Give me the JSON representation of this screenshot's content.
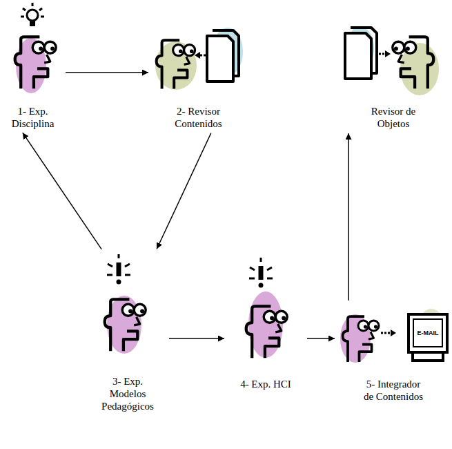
{
  "diagram": {
    "nodes": [
      {
        "text": [
          "1- Exp. Disciplina"
        ]
      },
      {
        "text": [
          "2- Revisor Contenidos"
        ]
      },
      {
        "text": [
          "Revisor de Objetos"
        ]
      },
      {
        "text": [
          "3- Exp. Modelos Pedagógicos"
        ]
      },
      {
        "text": [
          "4- Exp. HCI"
        ]
      },
      {
        "text": [
          "5- Integrador de Contenidos"
        ]
      }
    ],
    "edges": [
      {
        "from": 0,
        "to": 1,
        "arrow": "to"
      },
      {
        "from": 1,
        "to": 3,
        "arrow": "to"
      },
      {
        "from": 3,
        "to": 0,
        "arrow": "to"
      },
      {
        "from": 3,
        "to": 4,
        "arrow": "to"
      },
      {
        "from": 4,
        "to": 5,
        "arrow": "to"
      },
      {
        "from": 5,
        "to": 2,
        "arrow": "to"
      }
    ],
    "labels": [
      "E-MAIL"
    ]
  }
}
